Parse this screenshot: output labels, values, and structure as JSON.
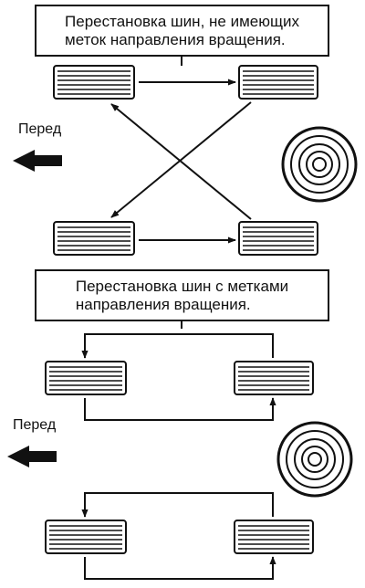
{
  "section_no_marks": {
    "title": "Перестановка шин, не имеющих\nметок направления вращения.",
    "front_label": "Перед"
  },
  "section_with_marks": {
    "title": "Перестановка шин с метками\nнаправления вращения.",
    "front_label": "Перед"
  },
  "colors": {
    "ink": "#111111",
    "paper": "#ffffff"
  }
}
